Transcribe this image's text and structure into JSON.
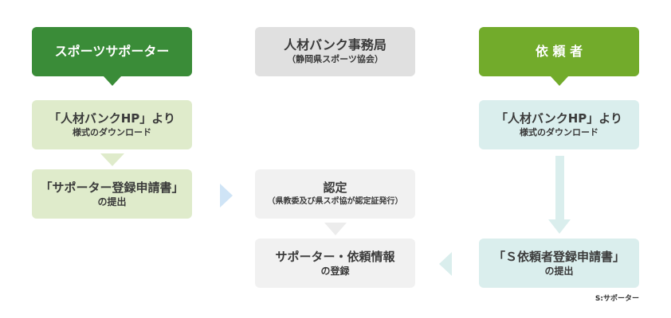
{
  "colors": {
    "supporter": "#3a8c38",
    "office": "#e0e0e0",
    "requester": "#72ab2b",
    "supporter_light": "#dfebcb",
    "office_light": "#f1f1f1",
    "requester_light": "#daeeed",
    "arrow_blue": "#cfe4f6"
  },
  "headers": {
    "supporter": "スポーツサポーター",
    "office": {
      "title": "人材バンク事務局",
      "subtitle": "（静岡県スポーツ協会）"
    },
    "requester": "依 頼 者"
  },
  "supporter_steps": [
    {
      "line1": "「人材バンクHP」より",
      "line2": "様式のダウンロード"
    },
    {
      "line1": "「サポーター登録申請書」",
      "line2": "の提出"
    }
  ],
  "office_steps": [
    {
      "line1": "認定",
      "line2": "（県教委及び県スポ協が認定証発行）"
    },
    {
      "line1": "サポーター・依頼情報",
      "line2": "の登録"
    }
  ],
  "requester_steps": [
    {
      "line1": "「人材バンクHP」より",
      "line2": "様式のダウンロード"
    },
    {
      "line1": "「Ｓ依頼者登録申請書」",
      "line2": "の提出"
    }
  ],
  "footnote": "S:サポーター"
}
